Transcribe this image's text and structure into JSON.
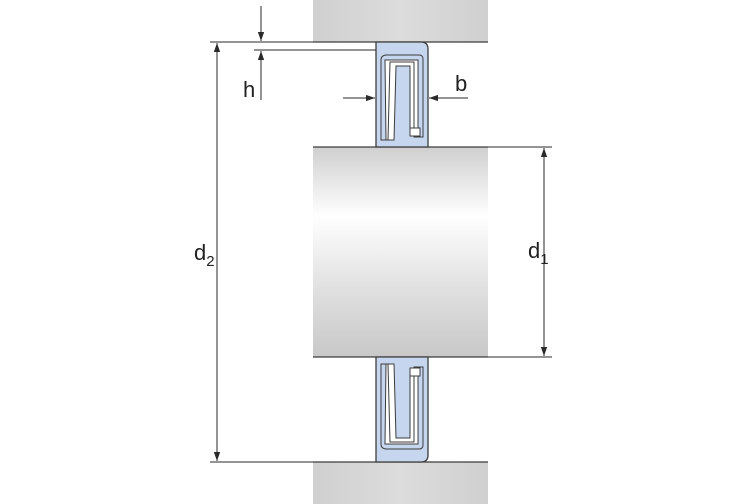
{
  "labels": {
    "h": "h",
    "b": "b",
    "d2_base": "d",
    "d2_sub": "2",
    "d1_base": "d",
    "d1_sub": "1"
  },
  "colors": {
    "housing": "#d4d4d4",
    "housing_highlight": "#f2f2f2",
    "shaft_edge": "#c9c9c9",
    "shaft_highlight": "#ffffff",
    "seal_fill": "#c5d6ee",
    "seal_stroke": "#3c3c3c",
    "dimension_line": "#2a2a2a"
  }
}
